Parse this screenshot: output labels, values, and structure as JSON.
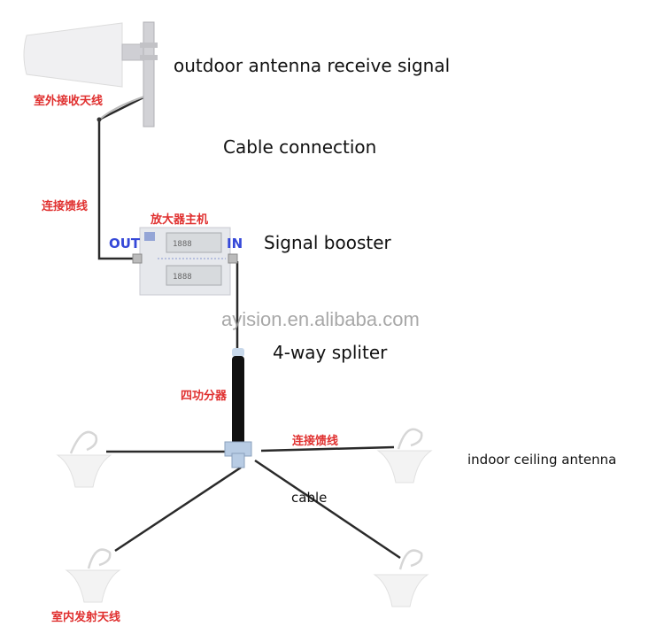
{
  "labels": {
    "outdoor_antenna": "outdoor antenna receive signal",
    "cable_connection": "Cable connection",
    "signal_booster": "Signal booster",
    "splitter": "4-way spliter",
    "indoor_antenna": "indoor ceiling antenna",
    "cable": "cable"
  },
  "cn_labels": {
    "outdoor_antenna": "室外接收天线",
    "feeder_cable_1": "连接馈线",
    "booster_host": "放大器主机",
    "splitter": "四功分器",
    "feeder_cable_2": "连接馈线",
    "indoor_antenna": "室内发射天线"
  },
  "ports": {
    "out": "OUT",
    "in": "IN"
  },
  "watermark": "ayision.en.alibaba.com",
  "colors": {
    "cn_label": "#e0302f",
    "port_label": "#3548d8",
    "cable": "#2a2a2a"
  }
}
